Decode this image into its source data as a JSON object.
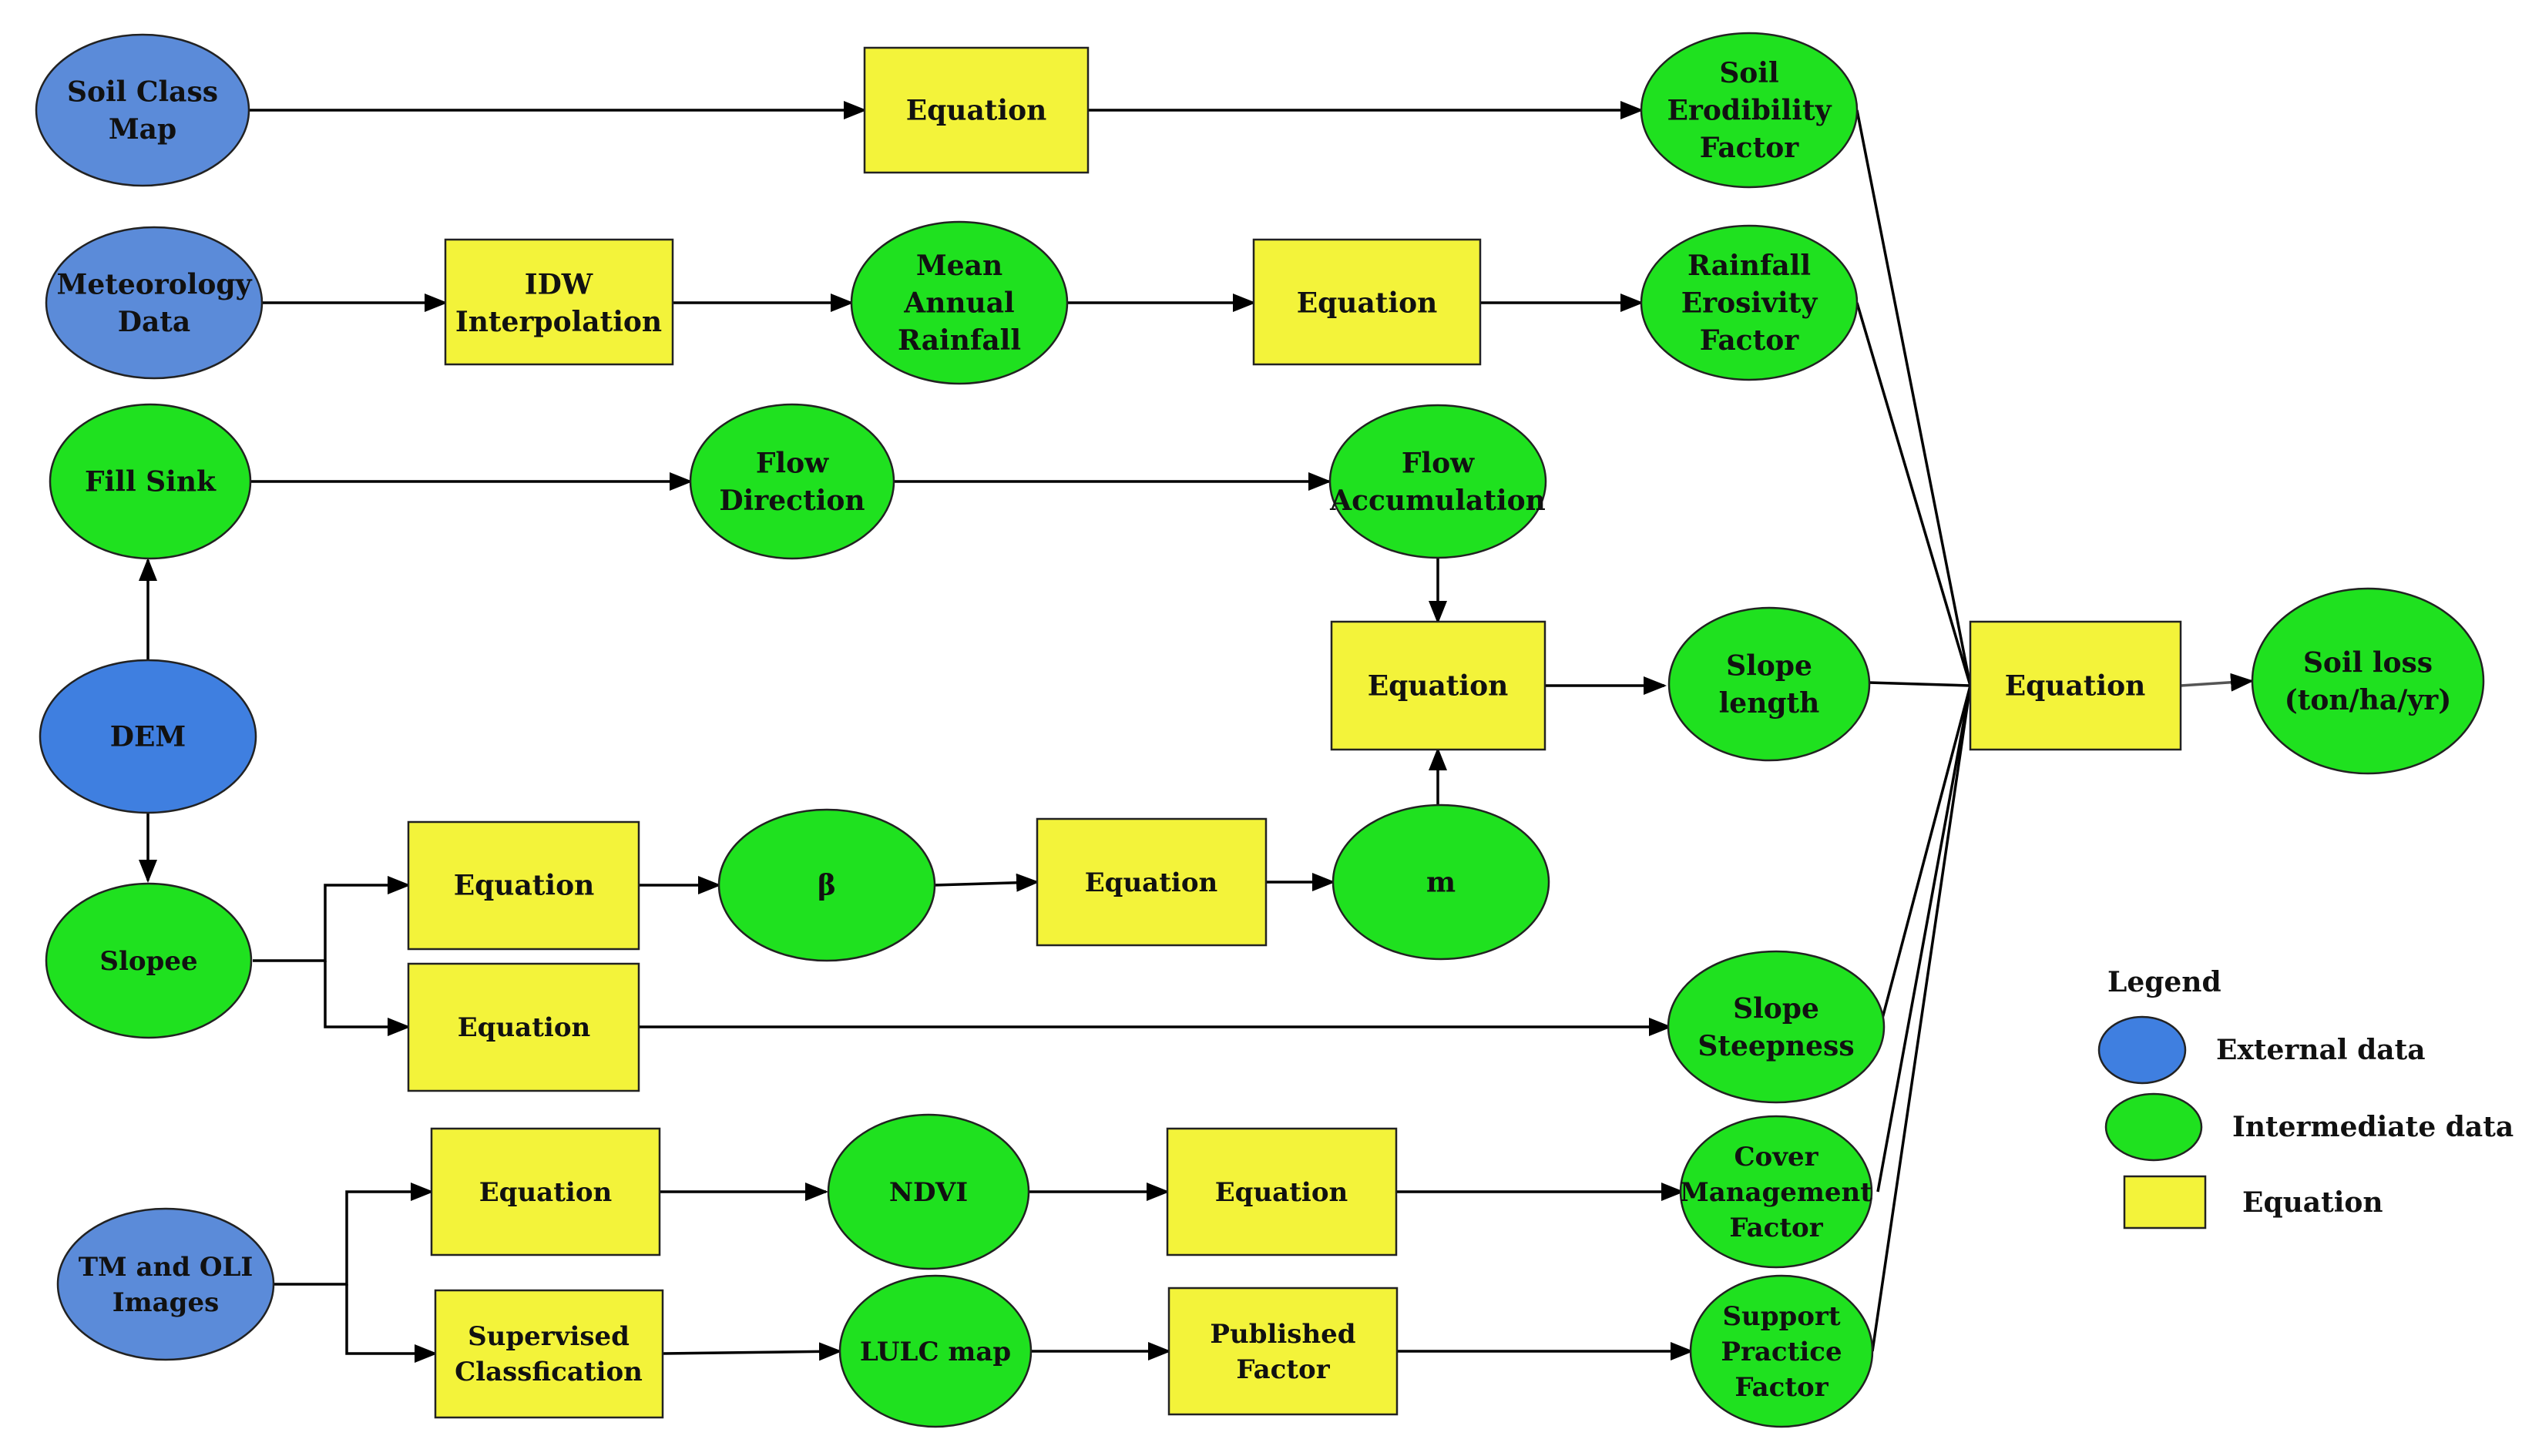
{
  "colors": {
    "external": "#5b8bd9",
    "external_dark": "#3f7fe0",
    "intermediate": "#1fe11f",
    "equation": "#f3f33a",
    "stroke": "#222222",
    "edge": "#000000"
  },
  "nodes": {
    "soil_class_map": "Soil Class|Map",
    "meteorology_data": "Meteorology|Data",
    "fill_sink": "Fill Sink",
    "dem": "DEM",
    "slopee": "Slopee",
    "tm_oli": "TM and OLI|Images",
    "eq_soil": "Equation",
    "idw": "IDW|Interpolation",
    "mean_rainfall": "Mean|Annual|Rainfall",
    "eq_rain": "Equation",
    "flow_direction": "Flow|Direction",
    "flow_accumulation": "Flow|Accumulation",
    "eq_slope_length": "Equation",
    "eq_beta": "Equation",
    "beta": "β",
    "eq_m": "Equation",
    "m": "m",
    "eq_steep": "Equation",
    "eq_ndvi": "Equation",
    "ndvi": "NDVI",
    "eq_cover": "Equation",
    "supervised": "Supervised|Classfication",
    "lulc": "LULC map",
    "published": "Published|Factor",
    "soil_erodibility": "Soil|Erodibility|Factor",
    "rainfall_erosivity": "Rainfall|Erosivity|Factor",
    "slope_length": "Slope|length",
    "slope_steepness": "Slope|Steepness",
    "cover_management": "Cover|Management|Factor",
    "support_practice": "Support|Practice|Factor",
    "eq_final": "Equation",
    "soil_loss": "Soil loss|(ton/ha/yr)"
  },
  "legend": {
    "title": "Legend",
    "external": "External data",
    "intermediate": "Intermediate data",
    "equation": "Equation"
  }
}
